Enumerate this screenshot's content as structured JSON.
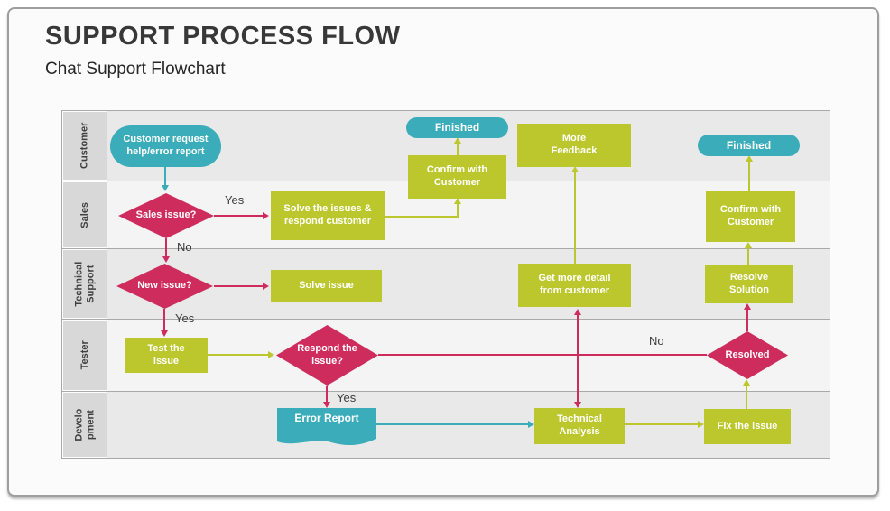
{
  "title": "SUPPORT PROCESS FLOW",
  "subtitle": "Chat Support Flowchart",
  "colors": {
    "teal": "#3aacba",
    "green": "#bcc72e",
    "pink": "#cf2c5e",
    "lane_dark": "#e9e9e9",
    "lane_light": "#f4f4f4",
    "label_bg": "#d8d8d8"
  },
  "lanes": [
    {
      "lines": [
        "Customer"
      ]
    },
    {
      "lines": [
        "Sales"
      ]
    },
    {
      "lines": [
        "Technical",
        "Support"
      ]
    },
    {
      "lines": [
        "Tester"
      ]
    },
    {
      "lines": [
        "Develo",
        "pment"
      ]
    }
  ],
  "nodes": {
    "customer_request": {
      "label": "Customer request\nhelp/error report",
      "shape": "stadium"
    },
    "finished_1": {
      "label": "Finished",
      "shape": "stadium"
    },
    "confirm_customer_1": {
      "label": "Confirm with\nCustomer",
      "shape": "rect"
    },
    "more_feedback": {
      "label": "More\nFeedback",
      "shape": "rect"
    },
    "finished_2": {
      "label": "Finished",
      "shape": "stadium"
    },
    "confirm_customer_2": {
      "label": "Confirm with\nCustomer",
      "shape": "rect"
    },
    "sales_issue": {
      "label": "Sales issue?",
      "shape": "diamond"
    },
    "solve_issues": {
      "label": "Solve the issues &\nrespond customer",
      "shape": "rect"
    },
    "new_issue": {
      "label": "New issue?",
      "shape": "diamond"
    },
    "solve_issue": {
      "label": "Solve issue",
      "shape": "rect"
    },
    "get_more_detail": {
      "label": "Get more detail\nfrom customer",
      "shape": "rect"
    },
    "resolve_solution": {
      "label": "Resolve\nSolution",
      "shape": "rect"
    },
    "test_issue": {
      "label": "Test the\nissue",
      "shape": "rect"
    },
    "respond_issue": {
      "label": "Respond the\nissue?",
      "shape": "diamond"
    },
    "resolved": {
      "label": "Resolved",
      "shape": "diamond"
    },
    "error_report": {
      "label": "Error Report",
      "shape": "document"
    },
    "technical_analysis": {
      "label": "Technical\nAnalysis",
      "shape": "rect"
    },
    "fix_issue": {
      "label": "Fix the issue",
      "shape": "rect"
    }
  },
  "edge_labels": {
    "sales_yes": "Yes",
    "sales_no": "No",
    "new_issue_yes": "Yes",
    "respond_yes": "Yes",
    "resolved_no": "No"
  }
}
